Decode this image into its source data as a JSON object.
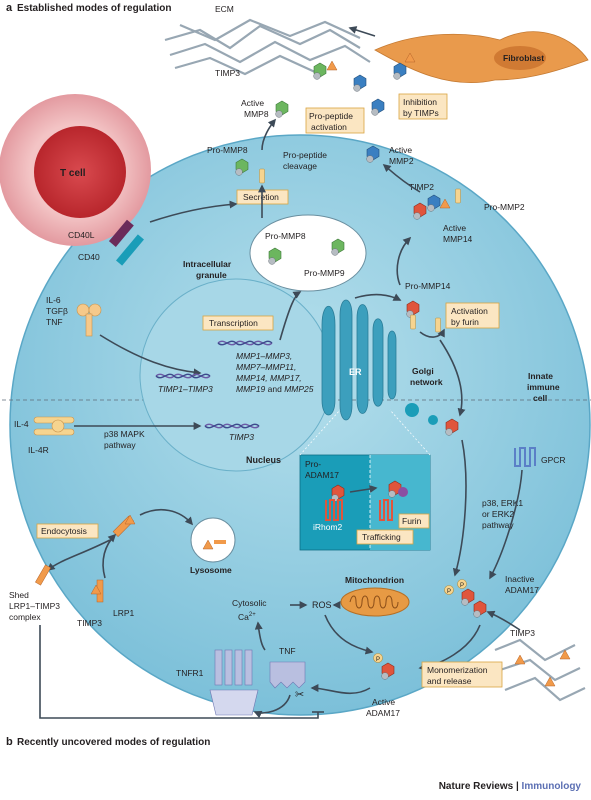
{
  "panels": {
    "a_label": "a",
    "a_title": "Established modes of regulation",
    "b_label": "b",
    "b_title": "Recently uncovered modes of regulation"
  },
  "labels": {
    "ecm": "ECM",
    "timp3_top": "TIMP3",
    "fibroblast": "Fibroblast",
    "active_mmp8_1": "Active",
    "active_mmp8_2": "MMP8",
    "propeptide_act_1": "Pro-peptide",
    "propeptide_act_2": "activation",
    "inhibition_1": "Inhibition",
    "inhibition_2": "by TIMPs",
    "active_mmp2_1": "Active",
    "active_mmp2_2": "MMP2",
    "t_cell": "T cell",
    "pro_mmp8_top": "Pro-MMP8",
    "propeptide_cleavage_1": "Pro-peptide",
    "propeptide_cleavage_2": "cleavage",
    "secretion": "Secretion",
    "timp2": "TIMP2",
    "pro_mmp2": "Pro-MMP2",
    "active_mmp14_1": "Active",
    "active_mmp14_2": "MMP14",
    "cd40l": "CD40L",
    "cd40": "CD40",
    "pro_mmp8_granule": "Pro-MMP8",
    "pro_mmp9": "Pro-MMP9",
    "intracellular_1": "Intracellular",
    "intracellular_2": "granule",
    "il6": "IL-6",
    "tgfb": "TGFβ",
    "tnf_left": "TNF",
    "transcription": "Transcription",
    "pro_mmp14": "Pro-MMP14",
    "activation_furin_1": "Activation",
    "activation_furin_2": "by furin",
    "innate_1": "Innate",
    "innate_2": "immune",
    "innate_3": "cell",
    "mmp_genes_1": "MMP1–MMP3,",
    "mmp_genes_2": "MMP7–MMP11,",
    "mmp_genes_3": "MMP14, MMP17,",
    "mmp_genes_4a": "MMP19",
    "mmp_genes_4b": " and ",
    "mmp_genes_4c": "MMP25",
    "timp1_3": "TIMP1–TIMP3",
    "er": "ER",
    "golgi_1": "Golgi",
    "golgi_2": "network",
    "il4": "IL-4",
    "il4r": "IL-4R",
    "p38_1": "p38 MAPK",
    "p38_2": "pathway",
    "timp3_nucleus": "TIMP3",
    "nucleus": "Nucleus",
    "pro_adam17_1": "Pro-",
    "pro_adam17_2": "ADAM17",
    "irhom2": "iRhom2",
    "furin": "Furin",
    "trafficking": "Trafficking",
    "gpcr": "GPCR",
    "erk_1": "p38, ERK1",
    "erk_2": "or ERK2",
    "erk_3": "pathway",
    "endocytosis": "Endocytosis",
    "lysosome": "Lysosome",
    "mitochondrion": "Mitochondrion",
    "inactive_1": "Inactive",
    "inactive_2": "ADAM17",
    "shed_1": "Shed",
    "shed_2": "LRP1–TIMP3",
    "shed_3": "complex",
    "timp3_lower": "TIMP3",
    "lrp1": "LRP1",
    "cytosolic_1": "Cytosolic",
    "cytosolic_2": "Ca",
    "cytosolic_sup": "2+",
    "ros": "ROS",
    "timp3_right": "TIMP3",
    "tnfr1": "TNFR1",
    "tnf_bottom": "TNF",
    "monomer_1": "Monomerization",
    "monomer_2": "and release",
    "active_adam17_1": "Active",
    "active_adam17_2": "ADAM17",
    "p_mark": "P"
  },
  "footer": {
    "publisher": "Nature Reviews",
    "separator": " | ",
    "journal": "Immunology"
  },
  "colors": {
    "cell_fill": "#8fcbe0",
    "nucleus_fill": "#a9d8e8",
    "tcell_outer": "#e9a3a6",
    "tcell_inner": "#c8363c",
    "fibroblast": "#e99a4c",
    "box_fill": "#fbe6c2",
    "er_fill": "#3c9fbd",
    "pane_fill": "#1a9db8",
    "mmp_green": "#6cb65f",
    "mmp_blue": "#3a7fc1",
    "adam_red": "#e0553c",
    "timp_orange": "#f19a4a"
  }
}
